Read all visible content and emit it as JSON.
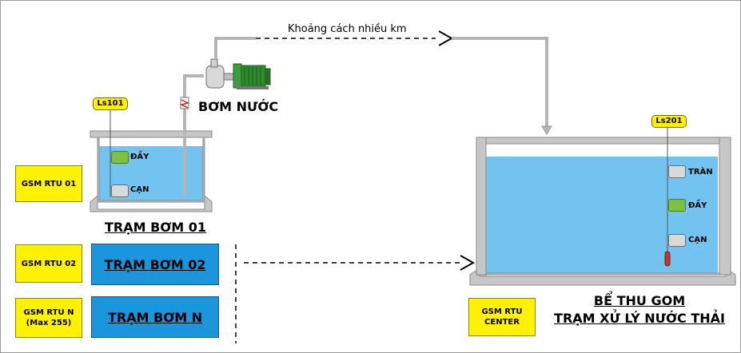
{
  "distance_label": "Khoảng cách nhiều km",
  "pump": {
    "label": "BƠM NƯỚC"
  },
  "station1": {
    "sensor_tag": "Ls101",
    "level_full": "ĐẦY",
    "level_low": "CẠN",
    "title": "TRẠM BƠM 01",
    "rtu": "GSM RTU 01"
  },
  "station2": {
    "rtu": "GSM RTU 02",
    "title": "TRẠM BƠM 02"
  },
  "stationN": {
    "rtu_line1": "GSM RTU N",
    "rtu_line2": "(Max 255)",
    "title": "TRẠM BƠM N"
  },
  "basin": {
    "sensor_tag": "Ls201",
    "level_overflow": "TRÀN",
    "level_full": "ĐẦY",
    "level_low": "CẠN",
    "title_line1": "BỂ THU GOM",
    "title_line2": "TRẠM XỬ LÝ NƯỚC THẢI",
    "rtu_line1": "GSM RTU",
    "rtu_line2": "CENTER"
  },
  "colors": {
    "water": "#72c3ef",
    "tank_wall": "#c7c7c7",
    "pipe": "#b5b5b5",
    "station_box": "#1b95dc",
    "rtu_box": "#fff200",
    "sensor_active": "#7cc242",
    "sensor_inactive": "#d9d9d9",
    "motor": "#2e8b2e"
  },
  "icons": [
    "pump-motor-icon",
    "check-valve-icon",
    "float-switch-icon"
  ]
}
